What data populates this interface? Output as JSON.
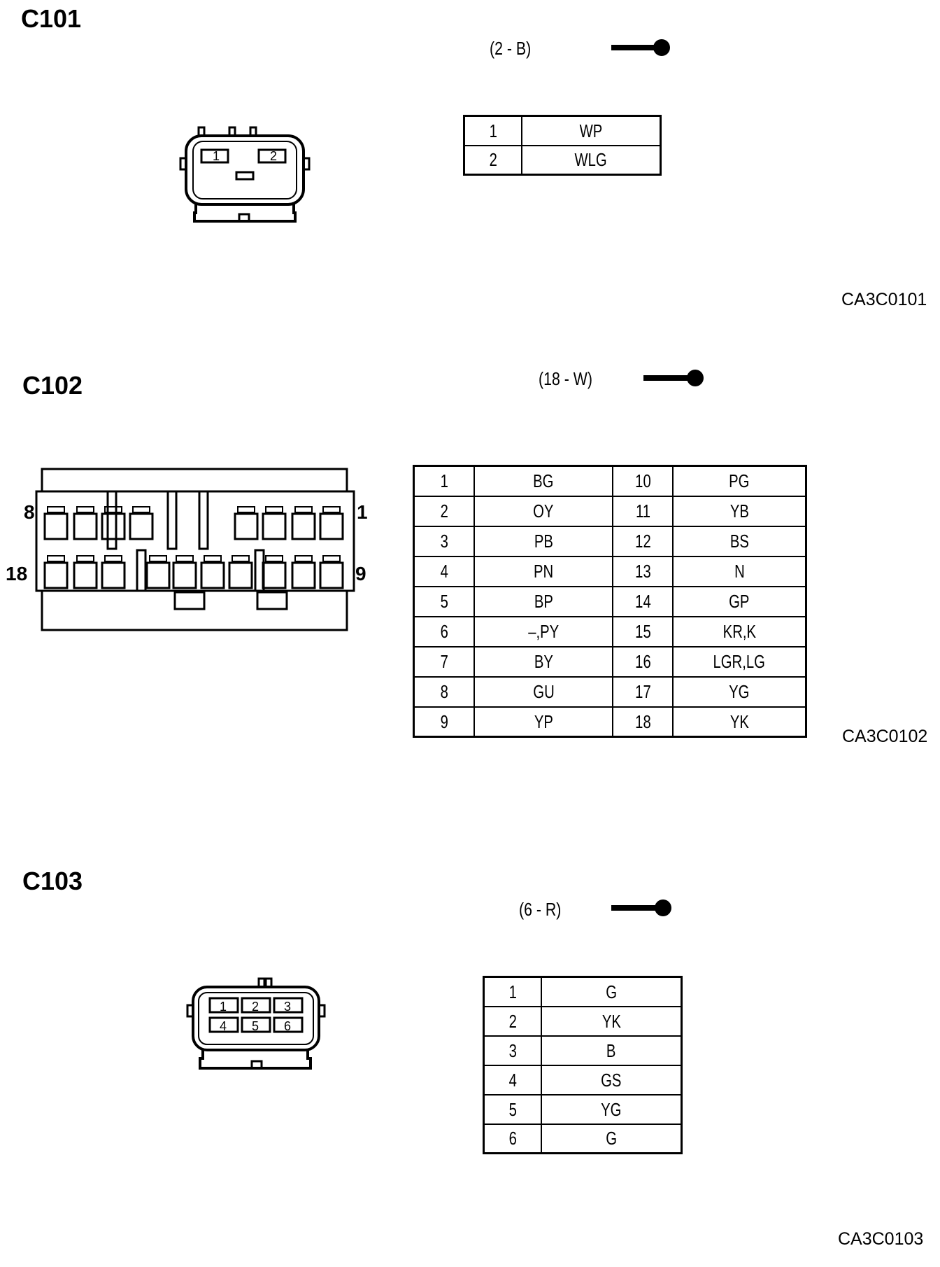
{
  "connectors": [
    {
      "id": "C101",
      "spec": "(2 - B)",
      "code": "CA3C0101",
      "pins": [
        {
          "pin": "1",
          "wire": "WP"
        },
        {
          "pin": "2",
          "wire": "WLG"
        }
      ],
      "face_labels": [
        "1",
        "2"
      ]
    },
    {
      "id": "C102",
      "spec": "(18 - W)",
      "code": "CA3C0102",
      "corner_labels": {
        "top_left": "8",
        "top_right": "1",
        "bottom_left": "18",
        "bottom_right": "9"
      },
      "rows": [
        {
          "pin_a": "1",
          "wire_a": "BG",
          "pin_b": "10",
          "wire_b": "PG"
        },
        {
          "pin_a": "2",
          "wire_a": "OY",
          "pin_b": "11",
          "wire_b": "YB"
        },
        {
          "pin_a": "3",
          "wire_a": "PB",
          "pin_b": "12",
          "wire_b": "BS"
        },
        {
          "pin_a": "4",
          "wire_a": "PN",
          "pin_b": "13",
          "wire_b": "N"
        },
        {
          "pin_a": "5",
          "wire_a": "BP",
          "pin_b": "14",
          "wire_b": "GP"
        },
        {
          "pin_a": "6",
          "wire_a": "–,PY",
          "pin_b": "15",
          "wire_b": "KR,K"
        },
        {
          "pin_a": "7",
          "wire_a": "BY",
          "pin_b": "16",
          "wire_b": "LGR,LG"
        },
        {
          "pin_a": "8",
          "wire_a": "GU",
          "pin_b": "17",
          "wire_b": "YG"
        },
        {
          "pin_a": "9",
          "wire_a": "YP",
          "pin_b": "18",
          "wire_b": "YK"
        }
      ]
    },
    {
      "id": "C103",
      "spec": "(6 - R)",
      "code": "CA3C0103",
      "pins": [
        {
          "pin": "1",
          "wire": "G"
        },
        {
          "pin": "2",
          "wire": "YK"
        },
        {
          "pin": "3",
          "wire": "B"
        },
        {
          "pin": "4",
          "wire": "GS"
        },
        {
          "pin": "5",
          "wire": "YG"
        },
        {
          "pin": "6",
          "wire": "G"
        }
      ],
      "face_labels": [
        "1",
        "2",
        "3",
        "4",
        "5",
        "6"
      ]
    }
  ]
}
